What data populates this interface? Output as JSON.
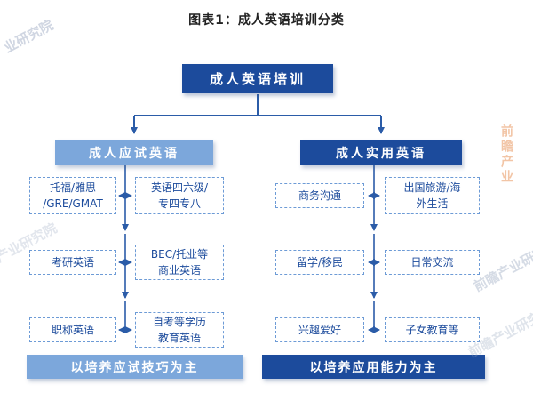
{
  "title": "图表1：成人英语培训分类",
  "root_label": "成人英语培训",
  "left": {
    "header": "成人应试英语",
    "items_col1": [
      {
        "label": "托福/雅思\n/GRE/GMAT"
      },
      {
        "label": "考研英语"
      },
      {
        "label": "职称英语"
      }
    ],
    "items_col2": [
      {
        "label": "英语四六级/\n专四专八"
      },
      {
        "label": "BEC/托业等\n商业英语"
      },
      {
        "label": "自考等学历\n教育英语"
      }
    ],
    "footer": "以培养应试技巧为主"
  },
  "right": {
    "header": "成人实用英语",
    "items_col1": [
      {
        "label": "商务沟通"
      },
      {
        "label": "留学/移民"
      },
      {
        "label": "兴趣爱好"
      }
    ],
    "items_col2": [
      {
        "label": "出国旅游/海\n外生活"
      },
      {
        "label": "日常交流"
      },
      {
        "label": "子女教育等"
      }
    ],
    "footer": "以培养应用能力为主"
  },
  "watermarks": [
    "业研究院",
    "产业研究院",
    "前瞻产业",
    "前瞻产业研究院",
    "前瞻产业研究院"
  ],
  "colors": {
    "dark_blue": "#1C4B9C",
    "light_blue": "#7CA7DB",
    "line_blue": "#2B5CA8",
    "box_text_blue": "#1C4B9C",
    "watermark_gray": "#96A5BE",
    "watermark_orange": "#E8965C"
  }
}
